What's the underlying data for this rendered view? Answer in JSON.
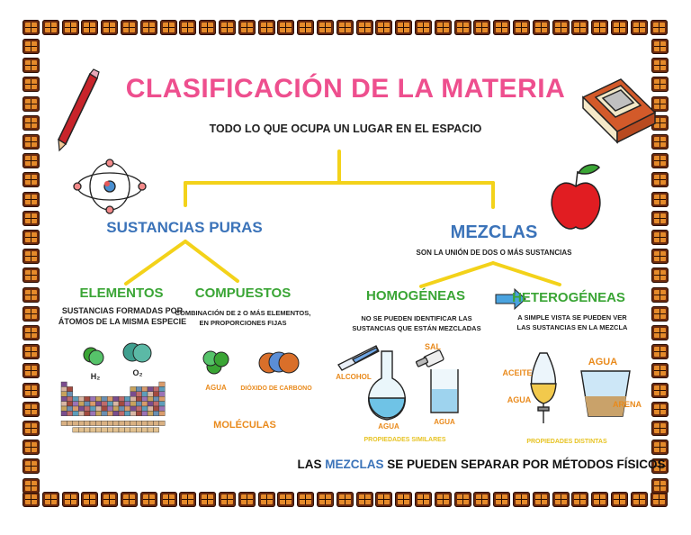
{
  "title": "CLASIFICACIÓN DE LA MATERIA",
  "subtitle": "TODO LO QUE OCUPA UN LUGAR EN EL ESPACIO",
  "sustancias_puras": {
    "label": "SUSTANCIAS PURAS",
    "elementos": {
      "label": "ELEMENTOS",
      "desc_1": "SUSTANCIAS FORMADAS POR",
      "desc_2": "ÁTOMOS DE LA MISMA ESPECIE",
      "h2": "H₂",
      "o2": "O₂"
    },
    "compuestos": {
      "label": "COMPUESTOS",
      "desc_1": "COMBINACIÓN DE 2 O MÁS ELEMENTOS,",
      "desc_2": "EN PROPORCIONES FIJAS",
      "agua": "AGUA",
      "co2": "DIÓXIDO DE CARBONO",
      "moleculas": "MOLÉCULAS"
    }
  },
  "mezclas": {
    "label": "MEZCLAS",
    "desc": "SON LA UNIÓN DE DOS O MÁS SUSTANCIAS",
    "homogeneas": {
      "label": "HOMOGÉNEAS",
      "desc_1": "NO SE PUEDEN IDENTIFICAR LAS",
      "desc_2": "SUSTANCIAS QUE ESTÁN MEZCLADAS",
      "alcohol": "ALCOHOL",
      "sal": "SAL",
      "agua_1": "AGUA",
      "agua_2": "AGUA",
      "props": "PROPIEDADES SIMILARES"
    },
    "heterogeneas": {
      "label": "HETEROGÉNEAS",
      "desc_1": "A SIMPLE VISTA SE PUEDEN VER",
      "desc_2": "LAS SUSTANCIAS EN LA MEZCLA",
      "aceite": "ACEITE",
      "agua_left": "AGUA",
      "agua_top": "AGUA",
      "arena": "ARENA",
      "props": "PROPIEDADES DISTINTAS"
    }
  },
  "footer": {
    "part1": "LAS",
    "part2": "MEZCLAS",
    "part3": "SE PUEDEN SEPARAR POR MÉTODOS FÍSICOS"
  },
  "colors": {
    "title": "#ee4f8e",
    "blue": "#3b73b9",
    "green": "#3aa535",
    "orange": "#e98a1c",
    "connector": "#f3d21a",
    "brick": "#6b2a0f"
  },
  "icons": [
    "brick-icon",
    "pencil-icon",
    "atom-icon",
    "book-icon",
    "apple-icon",
    "molecule-icon",
    "periodic-table-icon",
    "flask-icon",
    "test-tube-icon",
    "salt-shaker-icon",
    "beaker-icon",
    "separatory-funnel-icon",
    "glass-icon",
    "arrow-icon"
  ]
}
